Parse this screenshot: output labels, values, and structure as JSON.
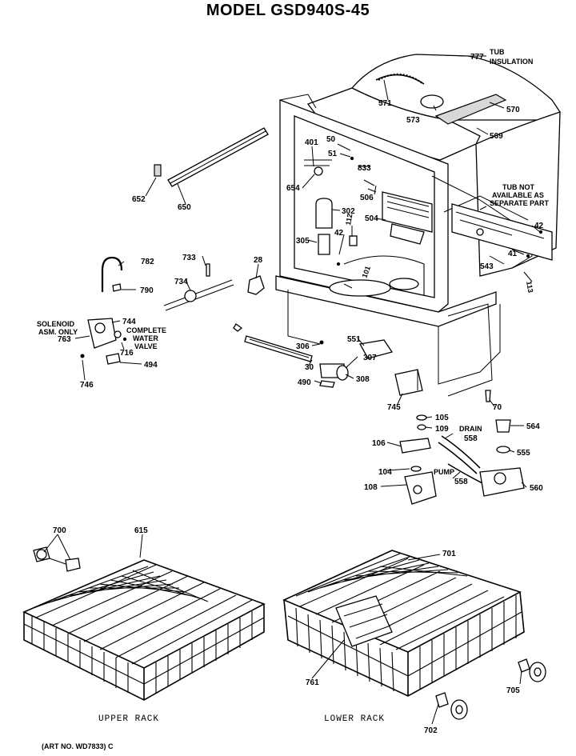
{
  "title": "MODEL GSD940S-45",
  "art_no": "(ART NO. WD7833) C",
  "captions": {
    "upper_rack": "UPPER RACK",
    "lower_rack": "LOWER RACK"
  },
  "notes": {
    "tub_insulation_1": "TUB",
    "tub_insulation_2": "INSULATION",
    "tub_not_1": "TUB NOT",
    "tub_not_2": "AVAILABLE AS",
    "tub_not_3": "SEPARATE PART",
    "solenoid_1": "SOLENOID",
    "solenoid_2": "ASM. ONLY",
    "complete_1": "COMPLETE",
    "complete_2": "WATER",
    "complete_3": "VALVE",
    "drain": "DRAIN",
    "pump": "PUMP"
  },
  "callouts": {
    "p777": "777",
    "p571": "571",
    "p573": "573",
    "p570": "570",
    "p569": "569",
    "p50": "50",
    "p51": "51",
    "p401": "401",
    "p833": "833",
    "p654": "654",
    "p506": "506",
    "p302": "302",
    "p112": "112",
    "p504": "504",
    "p42a": "42",
    "p42b": "42",
    "p41": "41",
    "p543": "543",
    "p113": "113",
    "p305": "305",
    "p652": "652",
    "p650": "650",
    "p782": "782",
    "p790": "790",
    "p733": "733",
    "p734": "734",
    "p28": "28",
    "p101": "101",
    "p744": "744",
    "p763": "763",
    "p716": "716",
    "p494": "494",
    "p746": "746",
    "p306": "306",
    "p30": "30",
    "p551": "551",
    "p307": "307",
    "p308": "308",
    "p490": "490",
    "p745": "745",
    "p70": "70",
    "p105": "105",
    "p109": "109",
    "p106": "106",
    "p104": "104",
    "p108": "108",
    "p564": "564",
    "p558a": "558",
    "p555": "555",
    "p558b": "558",
    "p560": "560",
    "p700": "700",
    "p615": "615",
    "p701": "701",
    "p761": "761",
    "p705": "705",
    "p702": "702"
  }
}
